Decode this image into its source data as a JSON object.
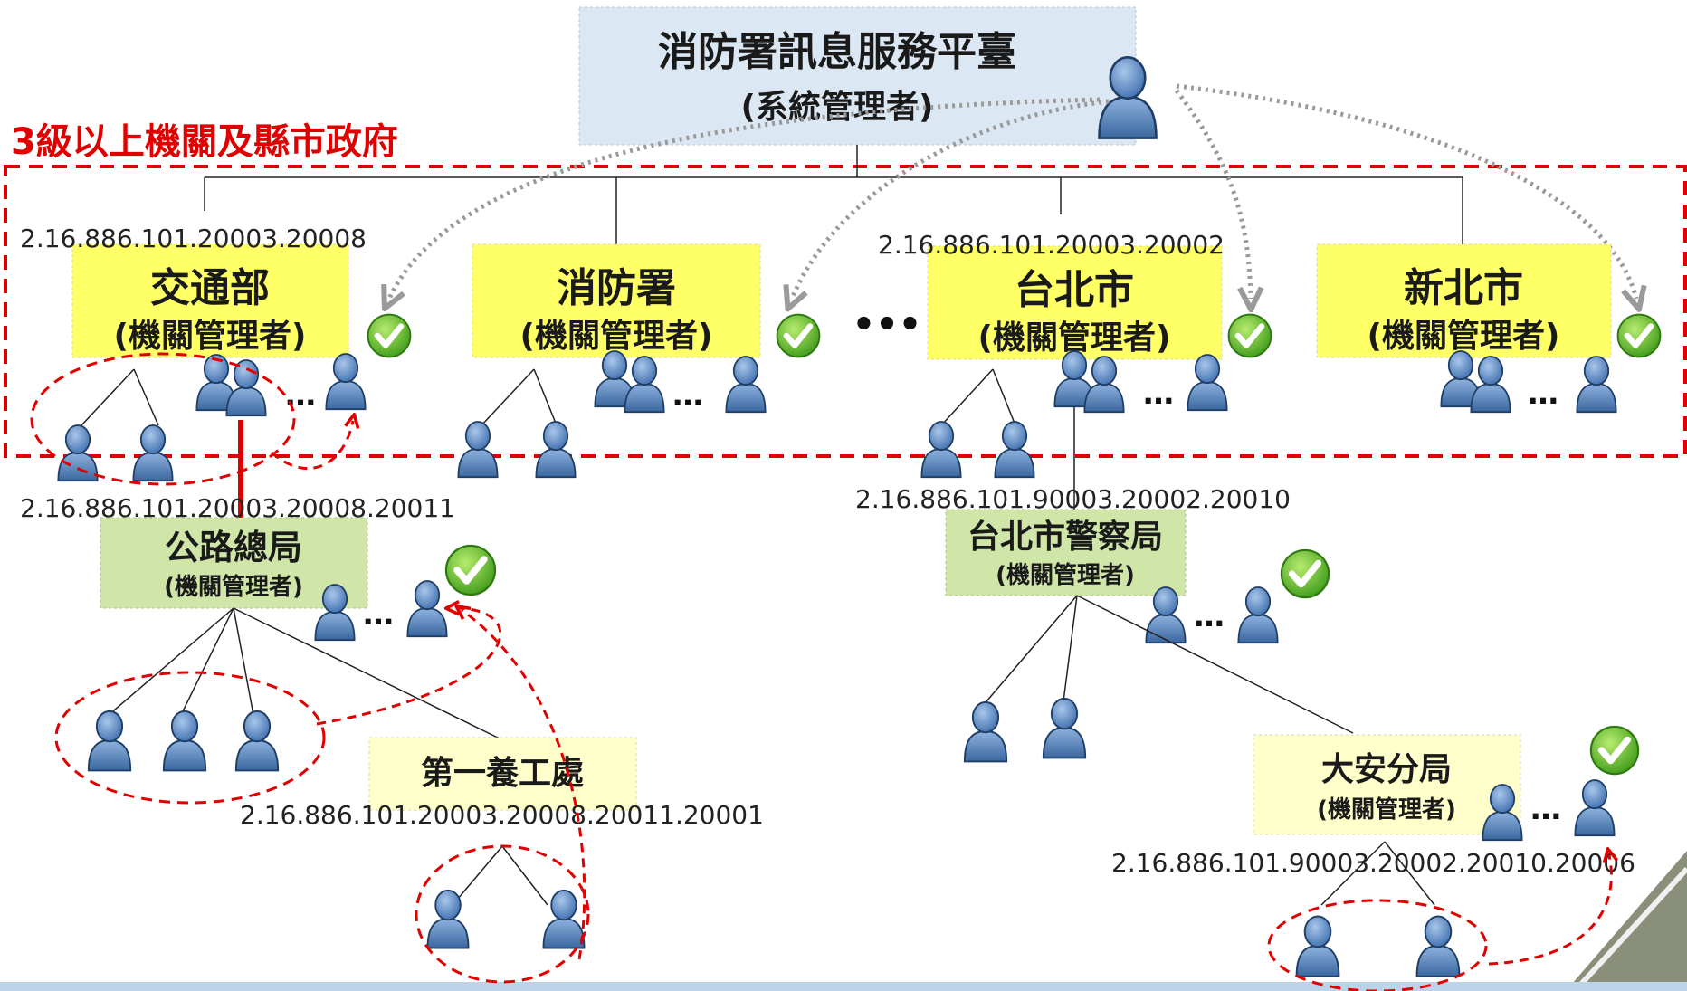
{
  "top": {
    "title": "消防署訊息服務平臺",
    "subtitle": "(系統管理者)"
  },
  "region_label": "3級以上機關及縣市政府",
  "tier1": [
    {
      "title": "交通部",
      "subtitle": "(機關管理者)",
      "oid": "2.16.886.101.20003.20008"
    },
    {
      "title": "消防署",
      "subtitle": "(機關管理者)"
    },
    {
      "title": "台北市",
      "subtitle": "(機關管理者)",
      "oid": "2.16.886.101.20003.20002"
    },
    {
      "title": "新北市",
      "subtitle": "(機關管理者)"
    }
  ],
  "middle_dots": "•••",
  "ellipsis": "…",
  "road": {
    "title": "公路總局",
    "subtitle": "(機關管理者)",
    "oid": "2.16.886.101.20003.20008.20011"
  },
  "maint": {
    "title": "第一養工處",
    "oid": "2.16.886.101.20003.20008.20011.20001"
  },
  "police": {
    "title": "台北市警察局",
    "subtitle": "(機關管理者)",
    "oid": "2.16.886.101.90003.20002.20010"
  },
  "daan": {
    "title": "大安分局",
    "subtitle": "(機關管理者)",
    "oid": "2.16.886.101.90003.20002.20010.20006"
  },
  "colors": {
    "red": "#e00000",
    "yellow_box": "#ffff66",
    "green_box": "#cfe6a8",
    "blue_box": "#dbe7f3",
    "person": "#5b89c3",
    "check": "#6cbf2a"
  }
}
